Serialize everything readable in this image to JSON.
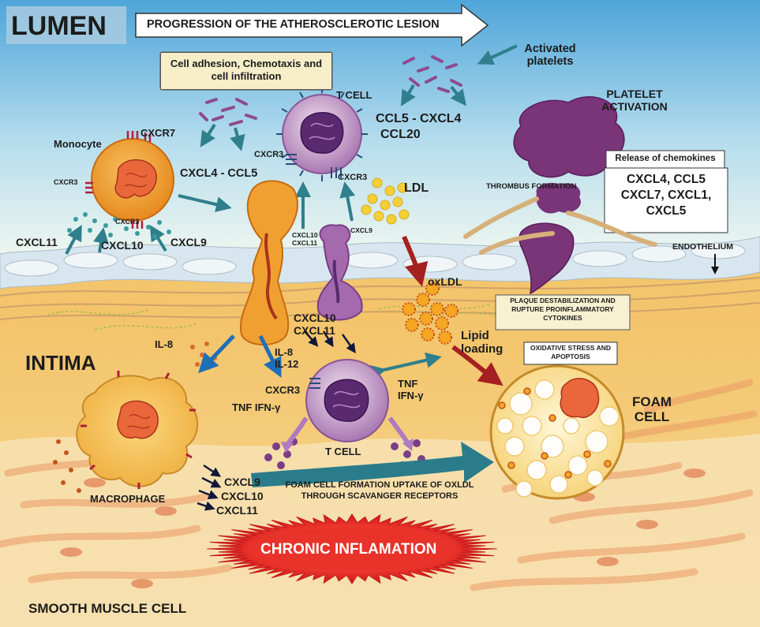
{
  "labels": {
    "lumen": "LUMEN",
    "progression": "PROGRESSION OF THE ATHEROSCLEROTIC LESION",
    "cell_adhesion": "Cell adhesion, Chemotaxis and cell infiltration",
    "activated_platelets": "Activated platelets",
    "t_cell_top": "T CELL",
    "ccl5_cxcl4": "CCL5 - CXCL4",
    "ccl20": "CCL20",
    "platelet_activation": "PLATELET ACTIVATION",
    "monocyte": "Monocyte",
    "cxcr7": "CXCR7",
    "cxcr3_monocyte": "CXCR3",
    "cxcr3_monocyte_bottom": "CXCR3",
    "cxcr3_tcell_left": "CXCR3",
    "cxcr3_tcell_right": "CXCR3",
    "cxcl4_ccl5": "CXCL4 - CCL5",
    "ldl": "LDL",
    "release_chemokines": "Release of chemokines",
    "chemokines_list": "CXCL4, CCL5 CXCL7, CXCL1, CXCL5",
    "thrombus_formation": "THROMBUS FORMATION",
    "cxcl11_left": "CXCL11",
    "cxcl10_left": "CXCL10",
    "cxcl9_left": "CXCL9",
    "cxcl10_cxcl11_small": "CXCL10 CXCL11",
    "cxcl9_small": "CXCL9",
    "endothelium": "ENDOTHELIUM",
    "oxldl": "oxLDL",
    "plaque": "PLAQUE DESTABILIZATION AND RUPTURE PROINFLAMMATORY CYTOKINES",
    "cxcl10_cxcl11_mid": "CXCL10 CXCL11",
    "lipid_loading": "Lipid loading",
    "oxidative": "OXIDATIVE STRESS AND APOPTOSIS",
    "il8_left": "IL-8",
    "intima": "INTIMA",
    "il8_il12": "IL-8 IL-12",
    "cxcr3_mid": "CXCR3",
    "tnf_ifn_left": "TNF IFN-γ",
    "tnf_ifn_right": "TNF IFN-γ",
    "foam_cell": "FOAM CELL",
    "t_cell_bottom": "T CELL",
    "macrophage": "MACROPHAGE",
    "cxcl9_macro": "CXCL9",
    "cxcl10_macro": "CXCL10",
    "cxcl11_macro": "CXCL11",
    "foam_formation": "FOAM CELL FORMATION UPTAKE OF OXLDL THROUGH SCAVANGER RECEPTORS",
    "chronic": "CHRONIC INFLAMATION",
    "smooth_muscle": "SMOOTH MUSCLE CELL"
  },
  "colors": {
    "lumen_top": "#4aa3d8",
    "lumen_bottom": "#e6f1f4",
    "intima": "#f2c46a",
    "cell_purple": "#9a5fa5",
    "monocyte_orange": "#f0a030",
    "arrow_teal": "#2f7f8c",
    "inflammation_red": "#e8322a",
    "ldl_yellow": "#f4d038",
    "oxldl_orange": "#e87a22"
  },
  "icons": {
    "progression_arrow": "right-arrow-outline-icon",
    "endothelium_pointer": "down-arrow-icon"
  }
}
